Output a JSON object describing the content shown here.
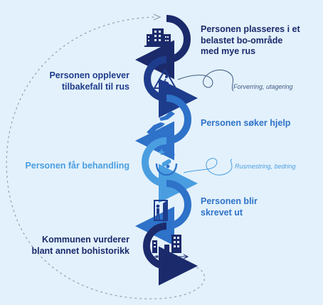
{
  "steps": [
    {
      "label": "Personen plasseres i et\nbelastet bo-område\nmed mye rus",
      "icon": "apartment-building-icon",
      "color": "#1b2a6b"
    },
    {
      "label": "Personen opplever\ntilbakefall til rus",
      "icon": "slipping-person-warning-icon",
      "color": "#1e3c8c"
    },
    {
      "label": "Personen søker hjelp",
      "icon": "helping-hands-icon",
      "color": "#2e72c9"
    },
    {
      "label": "Personen får behandling",
      "icon": "medicine-in-hands-icon",
      "color": "#4a9ee0"
    },
    {
      "label": "Personen blir\nskrevet ut",
      "icon": "person-exiting-door-icon",
      "color": "#2e72c9"
    },
    {
      "label": "Kommunen vurderer\nblant annet bohistorikk",
      "icon": "neighborhood-buildings-icon",
      "color": "#1b2a6b"
    }
  ],
  "notes": [
    {
      "text": "Forverring, utagering",
      "color": "#3f5a80"
    },
    {
      "text": "Rusmestring, bedring",
      "color": "#4a9ee0"
    }
  ]
}
